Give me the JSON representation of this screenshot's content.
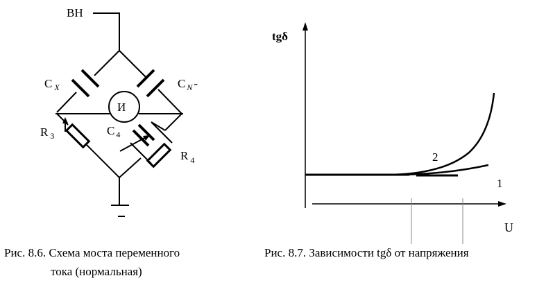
{
  "bridge": {
    "hv_label": "ВН",
    "cx_label": "С",
    "cx_sub": "X",
    "cn_label": "С",
    "cn_sub": "N",
    "cn_suffix": "-",
    "meter_label": "И",
    "r3_label": "R",
    "r3_sub": "3",
    "c4_label": "С",
    "c4_sub": "4",
    "r4_label": "R",
    "r4_sub": "4"
  },
  "graph": {
    "y_axis_label": "tgδ",
    "x_axis_label": "U",
    "curve1_label": "1",
    "curve2_label": "2"
  },
  "captions": {
    "fig86_line1": "Рис. 8.6. Схема моста переменного",
    "fig86_line2": "тока (нормальная)",
    "fig87": "Рис. 8.7. Зависимости tgδ от напряжения"
  }
}
